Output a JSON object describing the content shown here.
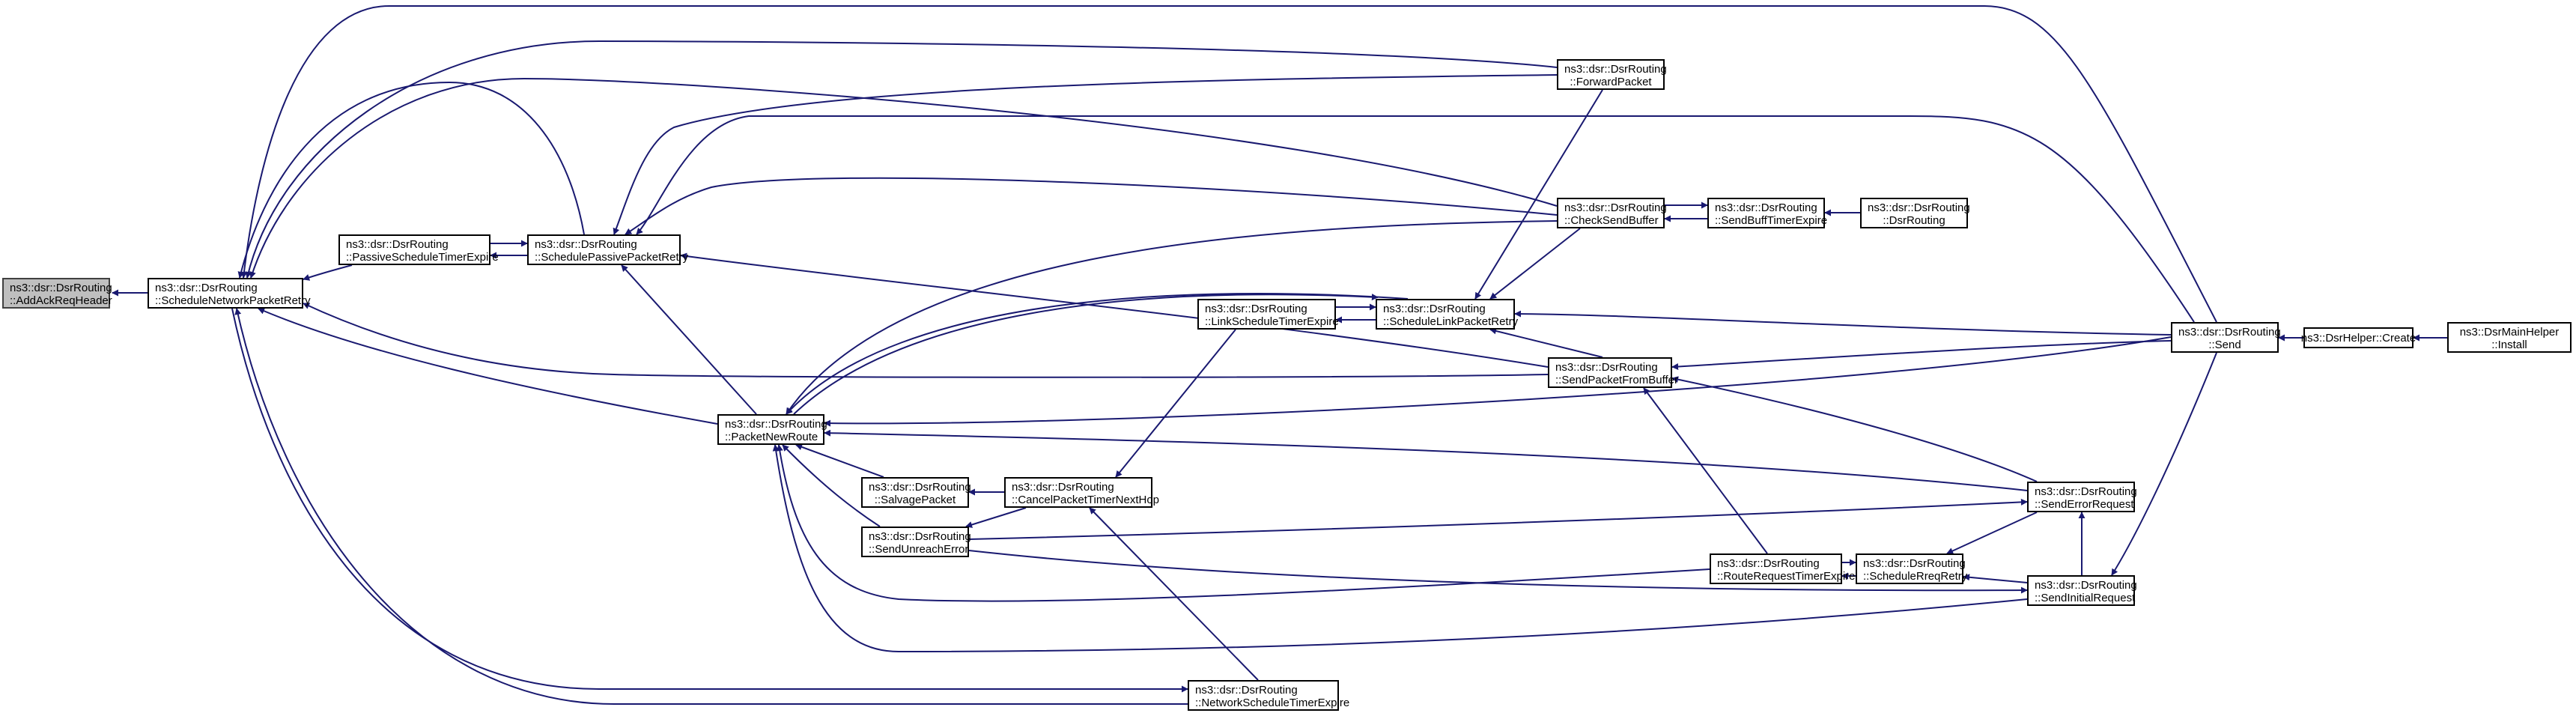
{
  "graph": {
    "type": "call-graph",
    "nodes": {
      "addAckReqHeader": {
        "line1": "ns3::dsr::DsrRouting",
        "line2": "::AddAckReqHeader"
      },
      "scheduleNetworkPacketRetry": {
        "line1": "ns3::dsr::DsrRouting",
        "line2": "::ScheduleNetworkPacketRetry"
      },
      "passiveScheduleTimerExpire": {
        "line1": "ns3::dsr::DsrRouting",
        "line2": "::PassiveScheduleTimerExpire"
      },
      "schedulePassivePacketRetry": {
        "line1": "ns3::dsr::DsrRouting",
        "line2": "::SchedulePassivePacketRetry"
      },
      "packetNewRoute": {
        "line1": "ns3::dsr::DsrRouting",
        "line2": "::PacketNewRoute"
      },
      "salvagePacket": {
        "line1": "ns3::dsr::DsrRouting",
        "line2": "::SalvagePacket"
      },
      "sendUnreachError": {
        "line1": "ns3::dsr::DsrRouting",
        "line2": "::SendUnreachError"
      },
      "cancelPacketTimerNextHop": {
        "line1": "ns3::dsr::DsrRouting",
        "line2": "::CancelPacketTimerNextHop"
      },
      "linkScheduleTimerExpire": {
        "line1": "ns3::dsr::DsrRouting",
        "line2": "::LinkScheduleTimerExpire"
      },
      "scheduleLinkPacketRetry": {
        "line1": "ns3::dsr::DsrRouting",
        "line2": "::ScheduleLinkPacketRetry"
      },
      "networkScheduleTimerExpire": {
        "line1": "ns3::dsr::DsrRouting",
        "line2": "::NetworkScheduleTimerExpire"
      },
      "forwardPacket": {
        "line1": "ns3::dsr::DsrRouting",
        "line2": "::ForwardPacket"
      },
      "checkSendBuffer": {
        "line1": "ns3::dsr::DsrRouting",
        "line2": "::CheckSendBuffer"
      },
      "sendPacketFromBuffer": {
        "line1": "ns3::dsr::DsrRouting",
        "line2": "::SendPacketFromBuffer"
      },
      "routeRequestTimerExpire": {
        "line1": "ns3::dsr::DsrRouting",
        "line2": "::RouteRequestTimerExpire"
      },
      "sendBuffTimerExpire": {
        "line1": "ns3::dsr::DsrRouting",
        "line2": "::SendBuffTimerExpire"
      },
      "scheduleRreqRetry": {
        "line1": "ns3::dsr::DsrRouting",
        "line2": "::ScheduleRreqRetry"
      },
      "dsrRouting": {
        "line1": "ns3::dsr::DsrRouting",
        "line2": "::DsrRouting"
      },
      "sendErrorRequest": {
        "line1": "ns3::dsr::DsrRouting",
        "line2": "::SendErrorRequest"
      },
      "sendInitialRequest": {
        "line1": "ns3::dsr::DsrRouting",
        "line2": "::SendInitialRequest"
      },
      "send": {
        "line1": "ns3::dsr::DsrRouting",
        "line2": "::Send"
      },
      "dsrHelperCreate": {
        "line1": "ns3::DsrHelper::Create"
      },
      "dsrMainHelperInstall": {
        "line1": "ns3::DsrMainHelper",
        "line2": "::Install"
      }
    },
    "edges": [
      [
        "scheduleNetworkPacketRetry",
        "addAckReqHeader"
      ],
      [
        "passiveScheduleTimerExpire",
        "scheduleNetworkPacketRetry"
      ],
      [
        "packetNewRoute",
        "scheduleNetworkPacketRetry"
      ],
      [
        "schedulePassivePacketRetry",
        "scheduleNetworkPacketRetry"
      ],
      [
        "forwardPacket",
        "scheduleNetworkPacketRetry"
      ],
      [
        "checkSendBuffer",
        "scheduleNetworkPacketRetry"
      ],
      [
        "send",
        "scheduleNetworkPacketRetry"
      ],
      [
        "sendPacketFromBuffer",
        "scheduleNetworkPacketRetry"
      ],
      [
        "networkScheduleTimerExpire",
        "scheduleNetworkPacketRetry"
      ],
      [
        "scheduleNetworkPacketRetry",
        "networkScheduleTimerExpire"
      ],
      [
        "schedulePassivePacketRetry",
        "passiveScheduleTimerExpire"
      ],
      [
        "passiveScheduleTimerExpire",
        "schedulePassivePacketRetry"
      ],
      [
        "packetNewRoute",
        "schedulePassivePacketRetry"
      ],
      [
        "forwardPacket",
        "schedulePassivePacketRetry"
      ],
      [
        "checkSendBuffer",
        "schedulePassivePacketRetry"
      ],
      [
        "send",
        "schedulePassivePacketRetry"
      ],
      [
        "sendPacketFromBuffer",
        "schedulePassivePacketRetry"
      ],
      [
        "scheduleLinkPacketRetry",
        "packetNewRoute"
      ],
      [
        "checkSendBuffer",
        "packetNewRoute"
      ],
      [
        "send",
        "packetNewRoute"
      ],
      [
        "sendErrorRequest",
        "packetNewRoute"
      ],
      [
        "salvagePacket",
        "packetNewRoute"
      ],
      [
        "sendUnreachError",
        "packetNewRoute"
      ],
      [
        "routeRequestTimerExpire",
        "packetNewRoute"
      ],
      [
        "sendInitialRequest",
        "packetNewRoute"
      ],
      [
        "cancelPacketTimerNextHop",
        "salvagePacket"
      ],
      [
        "cancelPacketTimerNextHop",
        "sendUnreachError"
      ],
      [
        "sendUnreachError",
        "sendErrorRequest"
      ],
      [
        "sendUnreachError",
        "sendInitialRequest"
      ],
      [
        "linkScheduleTimerExpire",
        "cancelPacketTimerNextHop"
      ],
      [
        "networkScheduleTimerExpire",
        "cancelPacketTimerNextHop"
      ],
      [
        "scheduleLinkPacketRetry",
        "linkScheduleTimerExpire"
      ],
      [
        "linkScheduleTimerExpire",
        "scheduleLinkPacketRetry"
      ],
      [
        "packetNewRoute",
        "scheduleLinkPacketRetry"
      ],
      [
        "forwardPacket",
        "scheduleLinkPacketRetry"
      ],
      [
        "checkSendBuffer",
        "scheduleLinkPacketRetry"
      ],
      [
        "send",
        "scheduleLinkPacketRetry"
      ],
      [
        "sendPacketFromBuffer",
        "scheduleLinkPacketRetry"
      ],
      [
        "checkSendBuffer",
        "sendBuffTimerExpire"
      ],
      [
        "sendBuffTimerExpire",
        "checkSendBuffer"
      ],
      [
        "dsrRouting",
        "sendBuffTimerExpire"
      ],
      [
        "send",
        "sendPacketFromBuffer"
      ],
      [
        "sendErrorRequest",
        "sendPacketFromBuffer"
      ],
      [
        "routeRequestTimerExpire",
        "sendPacketFromBuffer"
      ],
      [
        "routeRequestTimerExpire",
        "scheduleRreqRetry"
      ],
      [
        "scheduleRreqRetry",
        "routeRequestTimerExpire"
      ],
      [
        "sendErrorRequest",
        "scheduleRreqRetry"
      ],
      [
        "sendInitialRequest",
        "scheduleRreqRetry"
      ],
      [
        "sendInitialRequest",
        "sendErrorRequest"
      ],
      [
        "send",
        "sendInitialRequest"
      ],
      [
        "dsrHelperCreate",
        "send"
      ],
      [
        "dsrMainHelperInstall",
        "dsrHelperCreate"
      ]
    ],
    "colors": {
      "edge": "#191970",
      "root_fill": "#bfbfbf",
      "node_border": "#000000"
    }
  }
}
